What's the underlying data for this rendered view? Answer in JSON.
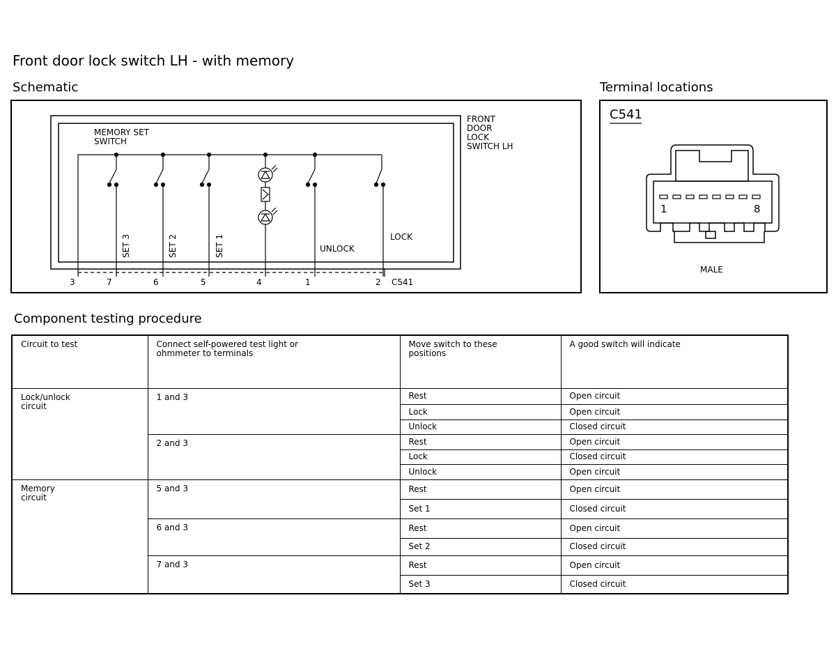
{
  "page_title": "Front door lock switch LH - with memory",
  "schematic": {
    "heading": "Schematic",
    "label_memory_set": "MEMORY SET\nSWITCH",
    "label_front_door": "FRONT\nDOOR\nLOCK\nSWITCH LH",
    "circuits": [
      "SET 3",
      "SET 2",
      "SET 1",
      "UNLOCK",
      "LOCK"
    ],
    "pins": [
      "3",
      "7",
      "6",
      "5",
      "4",
      "1",
      "2"
    ],
    "connector": "C541"
  },
  "terminal": {
    "heading": "Terminal locations",
    "connector": "C541",
    "pin_first": "1",
    "pin_last": "8",
    "gender": "MALE"
  },
  "procedure": {
    "heading": "Component testing procedure",
    "headers": [
      "Circuit to test",
      "Connect self-powered test light or\nohmmeter to terminals",
      "Move switch to these\npositions",
      "A good switch will indicate"
    ],
    "groups": [
      {
        "circuit": "Lock/unlock\ncircuit",
        "terminals": [
          {
            "label": "1 and 3",
            "rows": [
              [
                "Rest",
                "Open circuit"
              ],
              [
                "Lock",
                "Open circuit"
              ],
              [
                "Unlock",
                "Closed circuit"
              ]
            ]
          },
          {
            "label": "2 and 3",
            "rows": [
              [
                "Rest",
                "Open circuit"
              ],
              [
                "Lock",
                "Closed circuit"
              ],
              [
                "Unlock",
                "Open circuit"
              ]
            ]
          }
        ]
      },
      {
        "circuit": "Memory\ncircuit",
        "terminals": [
          {
            "label": "5 and 3",
            "rows": [
              [
                "Rest",
                "Open circuit"
              ],
              [
                "Set 1",
                "Closed circuit"
              ]
            ]
          },
          {
            "label": "6 and 3",
            "rows": [
              [
                "Rest",
                "Open circuit"
              ],
              [
                "Set 2",
                "Closed circuit"
              ]
            ]
          },
          {
            "label": "7 and 3",
            "rows": [
              [
                "Rest",
                "Open circuit"
              ],
              [
                "Set 3",
                "Closed circuit"
              ]
            ]
          }
        ]
      }
    ]
  }
}
